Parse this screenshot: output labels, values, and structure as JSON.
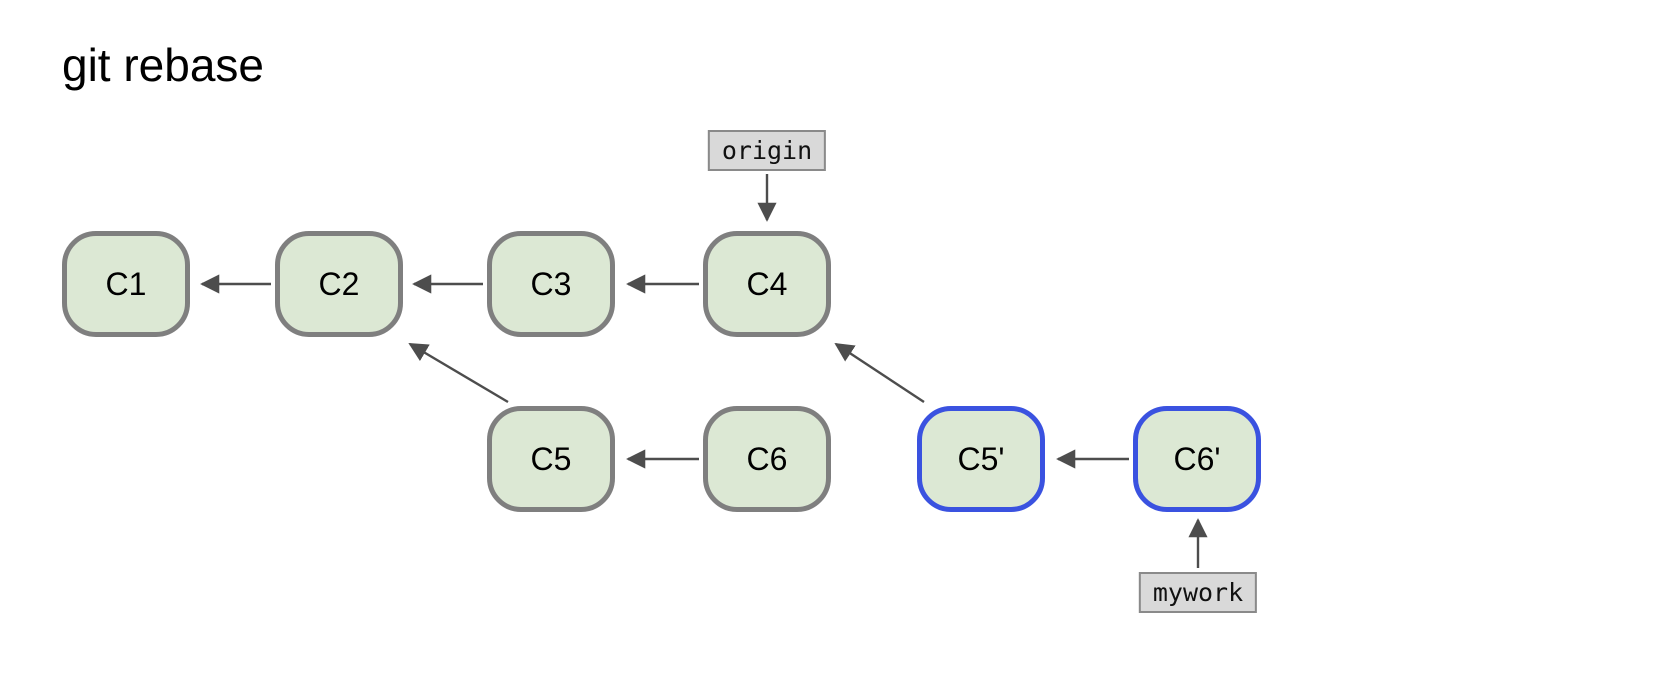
{
  "title": "git rebase",
  "nodes": [
    {
      "id": "c1",
      "label": "C1",
      "highlighted": false
    },
    {
      "id": "c2",
      "label": "C2",
      "highlighted": false
    },
    {
      "id": "c3",
      "label": "C3",
      "highlighted": false
    },
    {
      "id": "c4",
      "label": "C4",
      "highlighted": false
    },
    {
      "id": "c5",
      "label": "C5",
      "highlighted": false
    },
    {
      "id": "c6",
      "label": "C6",
      "highlighted": false
    },
    {
      "id": "c5p",
      "label": "C5'",
      "highlighted": true
    },
    {
      "id": "c6p",
      "label": "C6'",
      "highlighted": true
    }
  ],
  "branch_labels": [
    {
      "id": "origin",
      "label": "origin",
      "points_to": "C4"
    },
    {
      "id": "mywork",
      "label": "mywork",
      "points_to": "C6'"
    }
  ],
  "edges": [
    {
      "from": "C2",
      "to": "C1"
    },
    {
      "from": "C3",
      "to": "C2"
    },
    {
      "from": "C4",
      "to": "C3"
    },
    {
      "from": "C5",
      "to": "C2"
    },
    {
      "from": "C6",
      "to": "C5"
    },
    {
      "from": "C5'",
      "to": "C4"
    },
    {
      "from": "C6'",
      "to": "C5'"
    }
  ],
  "colors": {
    "background": "#ffffff",
    "text": "#000000",
    "node_fill": "#dce8d4",
    "node_border": "#7f7f7f",
    "highlight_border": "#3a52e0",
    "label_bg": "#d9d9d9",
    "label_border": "#8a8a8a",
    "arrow": "#4d4d4d"
  }
}
